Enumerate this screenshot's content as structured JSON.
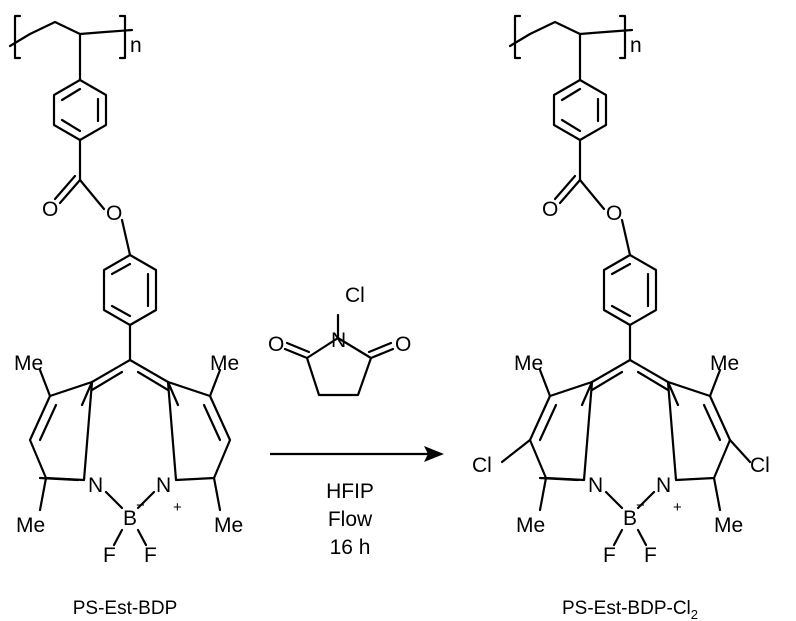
{
  "atoms": {
    "me": "Me",
    "cl": "Cl",
    "o": "O",
    "n": "N",
    "b": "B",
    "f": "F",
    "n_repeat": "n",
    "plus": "+",
    "minus": "−"
  },
  "reagent": {
    "label": "N-chlorosuccinimide"
  },
  "conditions": {
    "solvent": "HFIP",
    "mode": "Flow",
    "time": "16 h"
  },
  "reactant": {
    "label": "PS-Est-BDP"
  },
  "product": {
    "label_main": "PS-Est-BDP-Cl",
    "label_sub": "2"
  }
}
